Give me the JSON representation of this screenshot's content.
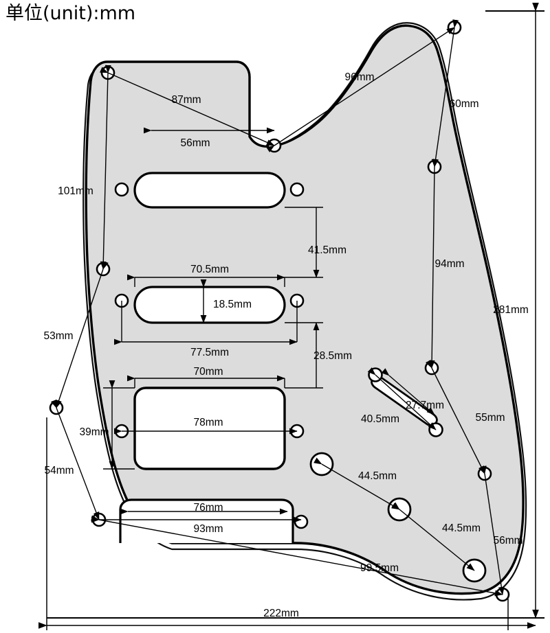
{
  "title": "单位(unit):mm",
  "colors": {
    "pickguard_fill": "#dcdcdc",
    "cutout_fill": "#ffffff",
    "outline": "#000000",
    "background": "#ffffff"
  },
  "drawing": {
    "subject": "electric guitar pickguard HSH / HSS dimension drawing",
    "unit": "mm"
  },
  "dimensions": {
    "overall_width": "222mm",
    "overall_height": "281mm",
    "top_horn_diagonal": "87mm",
    "top_neck_cut_width": "56mm",
    "upper_right_diagonal": "96mm",
    "upper_right_vertical": "60mm",
    "left_upper_span": "101mm",
    "left_mid_span": "53mm",
    "left_lower_span": "54mm",
    "right_long_span": "94mm",
    "neck_to_middle_gap": "41.5mm",
    "middle_slot_width": "70.5mm",
    "middle_slot_height": "18.5mm",
    "middle_screw_span": "77.5mm",
    "middle_to_bridge_gap": "28.5mm",
    "bridge_hb_width": "70mm",
    "bridge_hb_screw_span": "78mm",
    "bridge_hb_height": "39mm",
    "bottom_cut_inner": "76mm",
    "bottom_cut_outer": "93mm",
    "switch_slot_length": "27.7mm",
    "switch_slot_span": "40.5mm",
    "right_edge_span": "55mm",
    "knob_spacing_1": "44.5mm",
    "knob_spacing_2": "44.5mm",
    "bottom_right_span": "56mm",
    "bottom_diagonal": "99.5mm"
  },
  "labels": [
    {
      "id": "overall-height",
      "text": "281mm"
    },
    {
      "id": "overall-width",
      "text": "222mm"
    },
    {
      "id": "horn-diagonal",
      "text": "87mm"
    },
    {
      "id": "neck-cut-width",
      "text": "56mm"
    },
    {
      "id": "upper-right-diagonal",
      "text": "96mm"
    },
    {
      "id": "upper-right-vertical",
      "text": "60mm"
    },
    {
      "id": "left-upper",
      "text": "101mm"
    },
    {
      "id": "left-mid",
      "text": "53mm"
    },
    {
      "id": "left-lower",
      "text": "54mm"
    },
    {
      "id": "right-long",
      "text": "94mm"
    },
    {
      "id": "neck-middle-gap",
      "text": "41.5mm"
    },
    {
      "id": "mid-slot-width",
      "text": "70.5mm"
    },
    {
      "id": "mid-slot-height",
      "text": "18.5mm"
    },
    {
      "id": "mid-screw-span",
      "text": "77.5mm"
    },
    {
      "id": "mid-bridge-gap",
      "text": "28.5mm"
    },
    {
      "id": "bridge-width",
      "text": "70mm"
    },
    {
      "id": "bridge-screw-span",
      "text": "78mm"
    },
    {
      "id": "bridge-height",
      "text": "39mm"
    },
    {
      "id": "bottom-inner",
      "text": "76mm"
    },
    {
      "id": "bottom-outer",
      "text": "93mm"
    },
    {
      "id": "switch-slot",
      "text": "27.7mm"
    },
    {
      "id": "switch-span",
      "text": "40.5mm"
    },
    {
      "id": "right-edge",
      "text": "55mm"
    },
    {
      "id": "knob-1",
      "text": "44.5mm"
    },
    {
      "id": "knob-2",
      "text": "44.5mm"
    },
    {
      "id": "bottom-right",
      "text": "56mm"
    },
    {
      "id": "bottom-diag",
      "text": "99.5mm"
    }
  ]
}
